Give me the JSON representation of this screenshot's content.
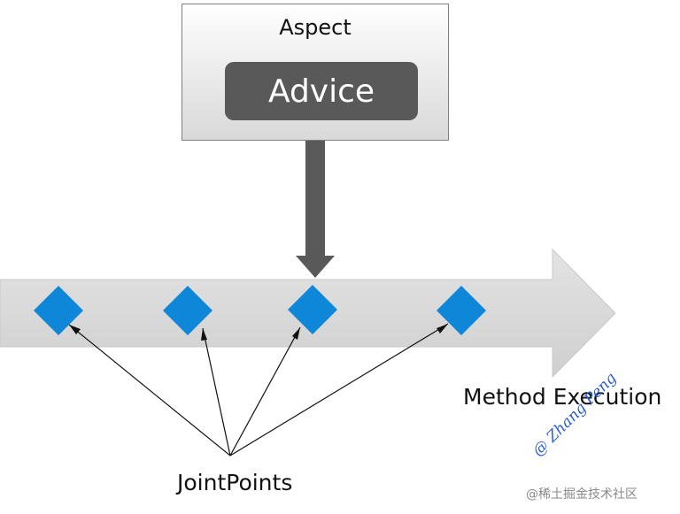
{
  "aspect_label": "Aspect",
  "advice_label": "Advice",
  "method_execution_label": "Method Execution",
  "joint_points_label": "JointPoints",
  "watermark_signature": "@ Zhang Peng",
  "watermark_site": "@稀土掘金技术社区",
  "colors": {
    "joint_point": "#0f87d8",
    "execution_arrow": "#d9d9d9",
    "advice_fill": "#595959",
    "advice_arrow": "#595959"
  }
}
